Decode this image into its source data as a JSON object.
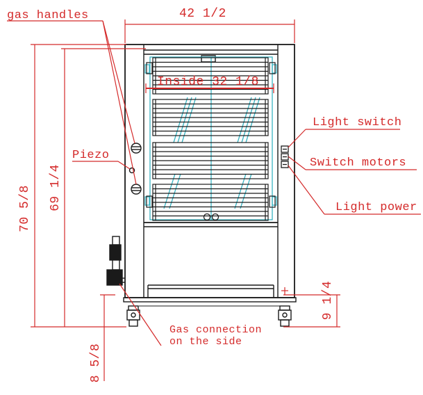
{
  "labels": {
    "gas_handles": "gas handles",
    "piezo": "Piezo",
    "light_switch": "Light switch",
    "switch_motors": "Switch motors",
    "light_power": "Light power",
    "gas_connection_line1": "Gas connection",
    "gas_connection_line2": "on the side"
  },
  "dimensions": {
    "width": "42 1/2",
    "inside_width": "Inside 32 1/8",
    "total_height": "70 5/8",
    "body_height": "69 1/4",
    "wheel_height": "9 1/4",
    "side_height": "8 5/8"
  },
  "colors": {
    "dimension": "#d42a2a",
    "outline": "#1a1a1a",
    "glass": "#38b3c2"
  }
}
